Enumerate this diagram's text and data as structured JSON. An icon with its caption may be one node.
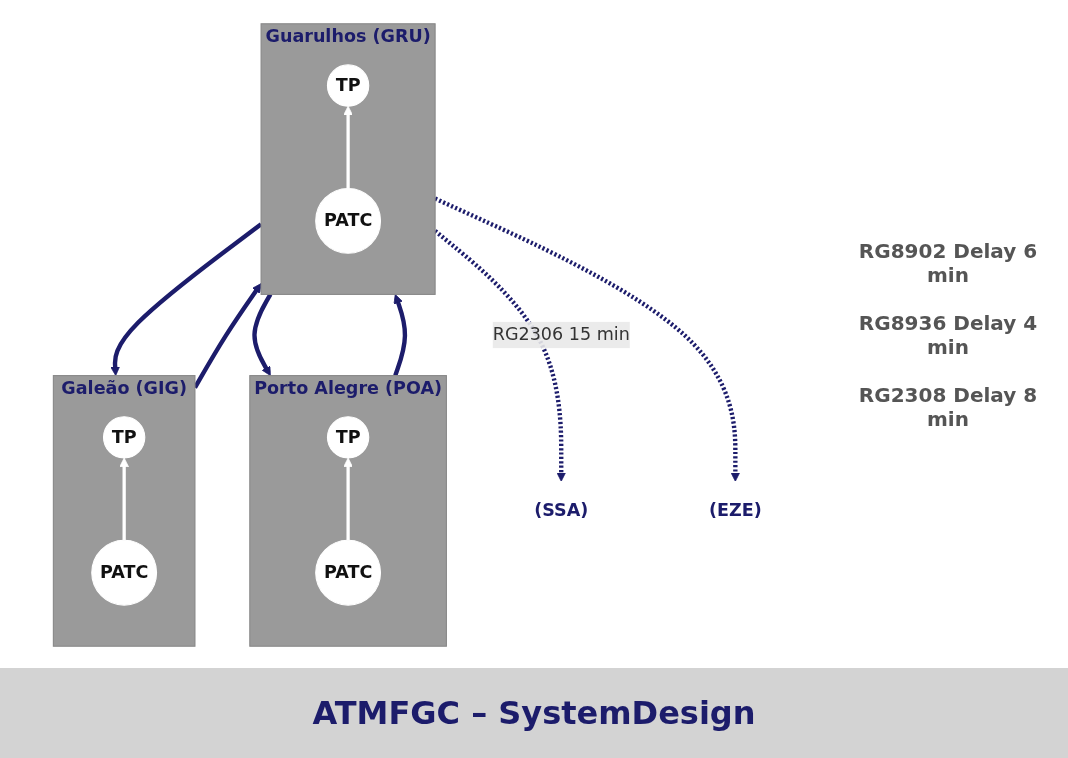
{
  "diagram": {
    "caption": "ATMFGC – SystemDesign",
    "nodes": [
      {
        "text": [
          "Galeão (GIG)"
        ]
      },
      {
        "text": [
          "TP"
        ],
        "in": 0
      },
      {
        "text": [
          "PATC"
        ],
        "in": 0
      },
      {
        "text": [
          "Porto Alegre (POA)"
        ]
      },
      {
        "text": [
          "TP"
        ],
        "in": 3
      },
      {
        "text": [
          "PATC"
        ],
        "in": 3
      },
      {
        "text": [
          "Guarulhos (GRU)"
        ]
      },
      {
        "text": [
          "TP"
        ],
        "in": 6
      },
      {
        "text": [
          "PATC"
        ],
        "in": 6
      },
      {
        "text": [
          "(SSA)"
        ]
      },
      {
        "text": [
          "(EZE)"
        ]
      }
    ],
    "edges": [
      {
        "from": 2,
        "to": 1,
        "arrow": "to",
        "color": "#ffffff"
      },
      {
        "from": 5,
        "to": 4,
        "arrow": "to",
        "color": "#ffffff"
      },
      {
        "from": 8,
        "to": 7,
        "arrow": "to",
        "color": "#ffffff"
      },
      {
        "from": 0,
        "to": 6,
        "arrow": "to"
      },
      {
        "from": 3,
        "to": 6,
        "arrow": "to"
      },
      {
        "from": 6,
        "to": 0,
        "arrow": "to"
      },
      {
        "from": 6,
        "to": 3,
        "arrow": "to"
      },
      {
        "from": 6,
        "to": 9,
        "arrow": "to",
        "style": "dashed",
        "label": "RG2306 15 min"
      },
      {
        "from": 6,
        "to": 10,
        "arrow": "to",
        "style": "dashed"
      }
    ],
    "labels": [
      "RG8902 Delay 6 min",
      "RG8936 Delay 4 min",
      "RG2308 Delay 8 min"
    ]
  }
}
